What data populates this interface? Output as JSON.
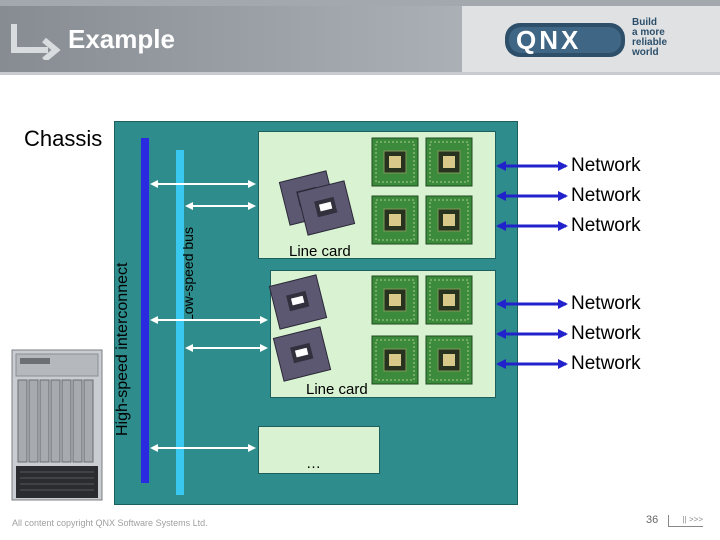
{
  "header": {
    "title": "Example"
  },
  "logo": {
    "brand": "QNX",
    "tagline_1": "Build",
    "tagline_2": "a more",
    "tagline_3": "reliable",
    "tagline_4": "world"
  },
  "diagram": {
    "chassis_label": "Chassis",
    "interconnect_label": "High-speed interconnect",
    "bus_label": "Low-speed bus",
    "line_cards": [
      "Line card",
      "Line card",
      "…"
    ],
    "network_labels_top": [
      "Network",
      "Network",
      "Network"
    ],
    "network_labels_bottom": [
      "Network",
      "Network",
      "Network"
    ]
  },
  "colors": {
    "chassis": "#2f8c8c",
    "card": "#d9f2d2",
    "interconnect": "#2a2ae0",
    "bus": "#38c8f0",
    "network_arrow": "#2222cc"
  },
  "footer": {
    "copyright": "All content copyright QNX Software Systems Ltd.",
    "page_number": "36",
    "next_symbol": "|| >>>"
  }
}
